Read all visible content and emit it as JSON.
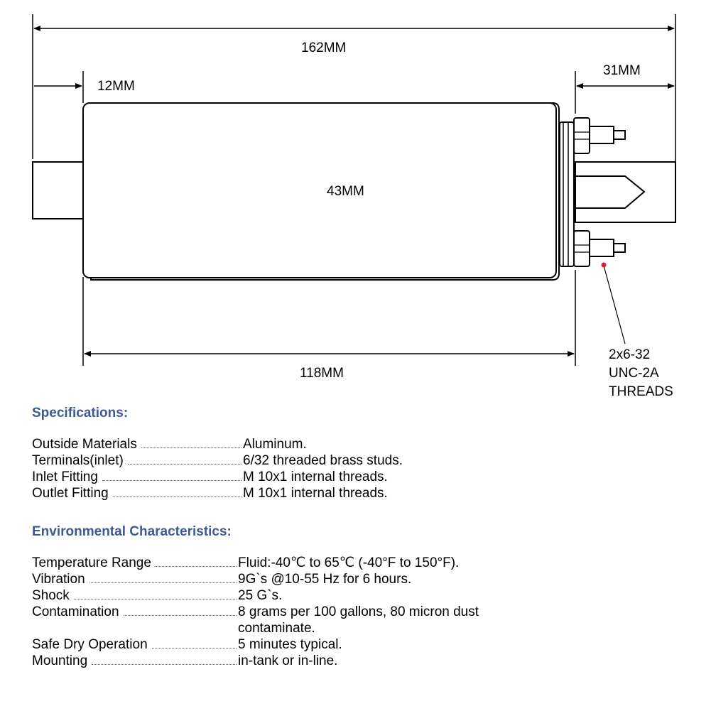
{
  "diagram": {
    "dimensions": {
      "overall": "162MM",
      "left_stub": "12MM",
      "right_end": "31MM",
      "diameter": "43MM",
      "body": "118MM"
    },
    "callout": [
      "2x6-32",
      "UNC-2A",
      "THREADS"
    ],
    "callout_marker_color": "#e0202a"
  },
  "specifications": {
    "title": "Specifications:",
    "rows": [
      {
        "label": "Outside Materials",
        "value": "Aluminum."
      },
      {
        "label": "Terminals(inlet)",
        "value": "6/32 threaded brass studs."
      },
      {
        "label": "Inlet Fitting",
        "value": "M 10x1 internal threads."
      },
      {
        "label": "Outlet Fitting",
        "value": "M 10x1 internal threads."
      }
    ]
  },
  "environmental": {
    "title": "Environmental Characteristics:",
    "rows": [
      {
        "label": "Temperature Range",
        "value": "Fluid:-40℃ to 65℃ (-40°F to 150°F)."
      },
      {
        "label": "Vibration",
        "value": "9G`s @10-55 Hz for 6 hours."
      },
      {
        "label": "Shock",
        "value": "25 G`s."
      },
      {
        "label": "Contamination",
        "value": "8 grams per 100 gallons, 80 micron dust contaminate."
      },
      {
        "label": "Safe Dry Operation",
        "value": "5 minutes typical."
      },
      {
        "label": "Mounting",
        "value": "in-tank or in-line."
      }
    ]
  },
  "colors": {
    "section_title": "#3d5a94"
  }
}
